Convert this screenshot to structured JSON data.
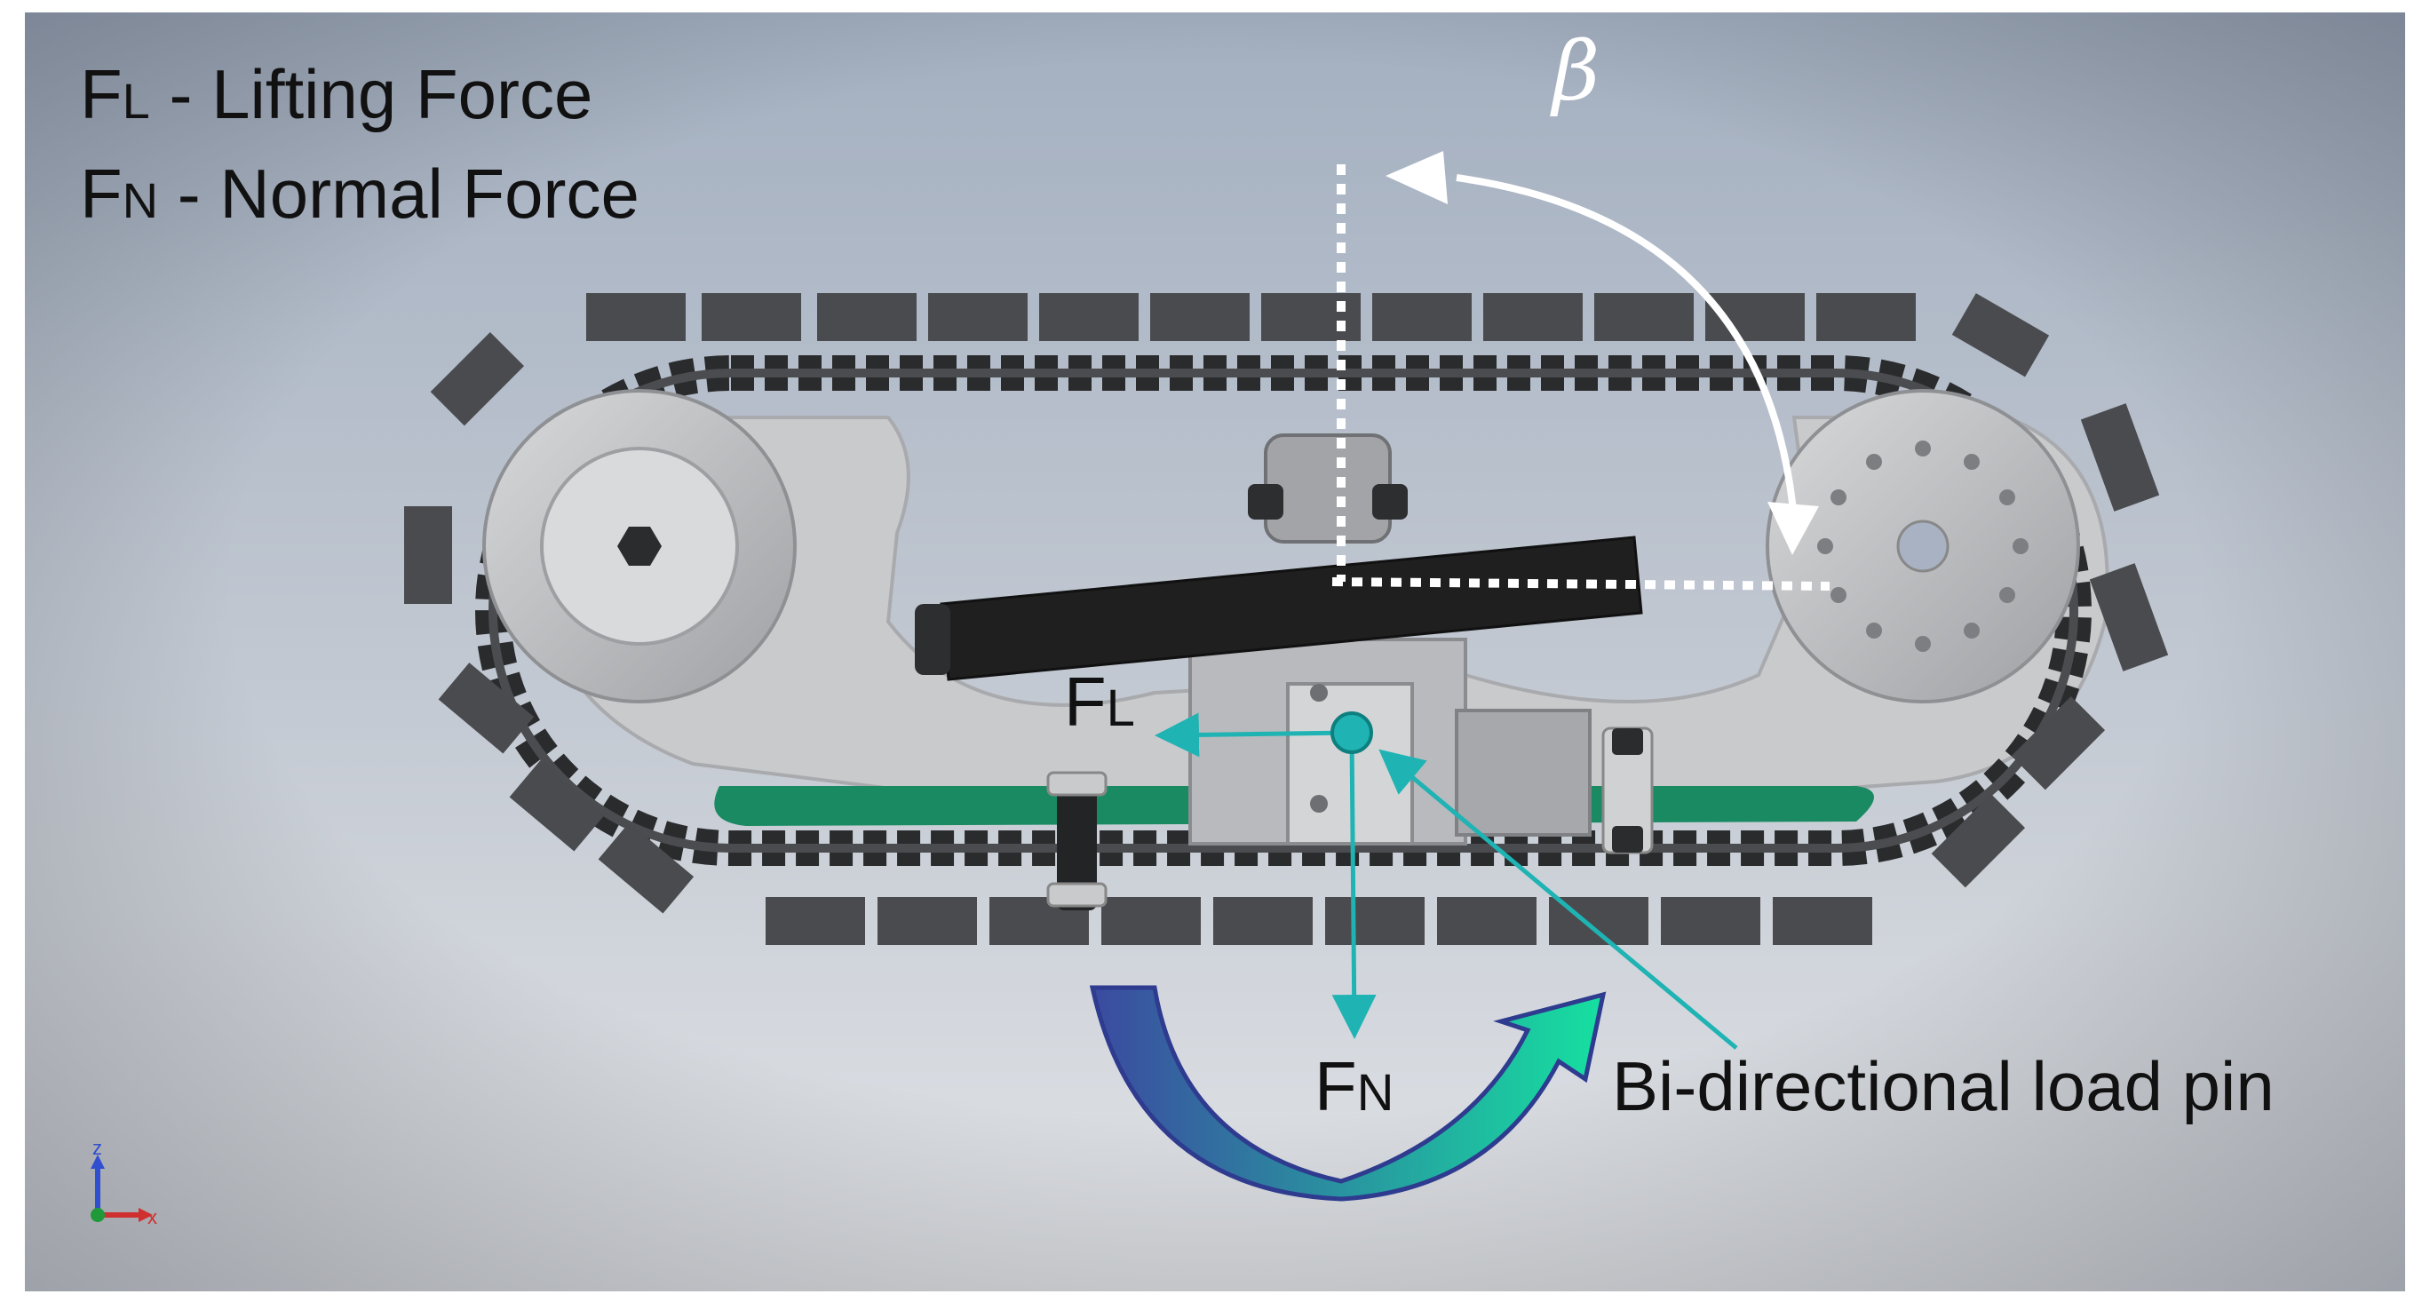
{
  "legend": {
    "fl_symbol": "F",
    "fl_sub": "L",
    "fl_desc": " - Lifting Force",
    "fn_symbol": "F",
    "fn_sub": "N",
    "fn_desc": " - Normal Force"
  },
  "labels": {
    "fl_symbol": "F",
    "fl_sub": "L",
    "fn_symbol": "F",
    "fn_sub": "N",
    "load_pin": "Bi-directional load pin",
    "beta": "β"
  },
  "axis_triad": {
    "z": "z",
    "x": "x"
  },
  "colors": {
    "background_top": "#a3afc0",
    "background_bottom": "#e2e4e7",
    "track_pad": "#4a4b4e",
    "chain": "#2a2b2d",
    "frame": "#c9cacc",
    "arm": "#1f1f1f",
    "green_strip": "#1a8a62",
    "force_arrow": "#1fb3b3",
    "rotation_arrow_start": "#3b4aa0",
    "rotation_arrow_end": "#16e0a0",
    "beta_marker": "#ffffff"
  }
}
